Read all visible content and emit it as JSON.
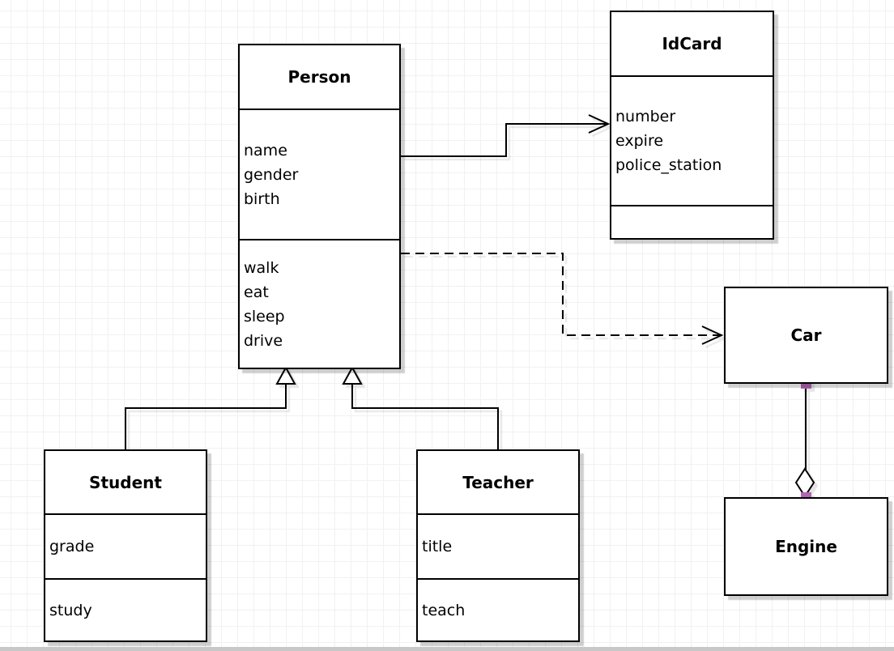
{
  "classes": {
    "person": {
      "title": "Person",
      "attributes": [
        "name",
        "gender",
        "birth"
      ],
      "methods": [
        "walk",
        "eat",
        "sleep",
        "drive"
      ]
    },
    "idcard": {
      "title": "IdCard",
      "attributes": [
        "number",
        "expire",
        "police_station"
      ],
      "methods": []
    },
    "car": {
      "title": "Car",
      "attributes": [],
      "methods": []
    },
    "engine": {
      "title": "Engine",
      "attributes": [],
      "methods": []
    },
    "student": {
      "title": "Student",
      "attributes": [
        "grade"
      ],
      "methods": [
        "study"
      ]
    },
    "teacher": {
      "title": "Teacher",
      "attributes": [
        "title"
      ],
      "methods": [
        "teach"
      ]
    }
  },
  "relationships": [
    {
      "from": "Person",
      "to": "IdCard",
      "type": "association",
      "line": "solid",
      "marker": "open-arrow"
    },
    {
      "from": "Person",
      "to": "Car",
      "type": "dependency",
      "line": "dashed",
      "marker": "open-arrow"
    },
    {
      "from": "Student",
      "to": "Person",
      "type": "generalization",
      "line": "solid",
      "marker": "hollow-triangle"
    },
    {
      "from": "Teacher",
      "to": "Person",
      "type": "generalization",
      "line": "solid",
      "marker": "hollow-triangle"
    },
    {
      "from": "Car",
      "to": "Engine",
      "type": "aggregation",
      "line": "solid",
      "marker": "hollow-diamond"
    }
  ],
  "colors": {
    "stroke": "#000000",
    "fill": "#ffffff",
    "grid": "#f1f1f4",
    "endpoint_handle": "#b266b4",
    "shadow": "#c8c8c8"
  }
}
